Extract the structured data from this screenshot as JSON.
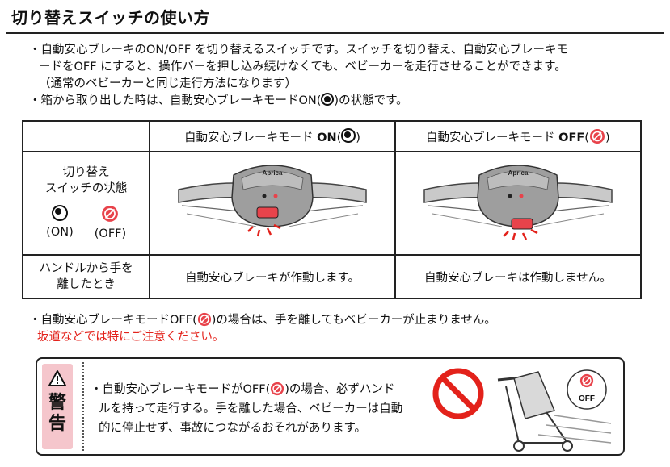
{
  "title": "切り替えスイッチの使い方",
  "intro": {
    "line1": "・自動安心ブレーキのON/OFF を切り替えるスイッチです。スイッチを切り替え、自動安心ブレーキモ",
    "line2": "ードをOFF にすると、操作バーを押し込み続けなくても、ベビーカーを走行させることができます。",
    "line3": "（通常のベビーカーと同じ走行方法になります）",
    "line4_pre": "・箱から取り出した時は、自動安心ブレーキモードON(",
    "line4_post": ")の状態です。"
  },
  "table": {
    "col_on_pre": "自動安心ブレーキモード ",
    "col_on_bold": "ON",
    "col_off_pre": "自動安心ブレーキモード ",
    "col_off_bold": "OFF",
    "row1_label_a": "切り替え",
    "row1_label_b": "スイッチの状態",
    "sym_on_label": "(ON)",
    "sym_off_label": "(OFF)",
    "brand": "Aprica",
    "row2_label_a": "ハンドルから手を",
    "row2_label_b": "離したとき",
    "row2_on": "自動安心ブレーキが作動します。",
    "row2_off": "自動安心ブレーキは作動しません。"
  },
  "after": {
    "line1_pre": "・自動安心ブレーキモードOFF(",
    "line1_post": ")の場合は、手を離してもベビーカーが止まりません。",
    "line2": "坂道などでは特にご注意ください。"
  },
  "warning": {
    "label_1": "警",
    "label_2": "告",
    "line1_pre": "・自動安心ブレーキモードがOFF(",
    "line1_post": ")の場合、必ずハンド",
    "line2": "ルを持って走行する。手を離した場合、ベビーカーは自動",
    "line3": "的に停止せず、事故につながるおそれがあります。",
    "badge": "OFF"
  },
  "colors": {
    "red": "#e3221b",
    "pink": "#f5c6cc",
    "off_symbol": "#e8434b"
  }
}
